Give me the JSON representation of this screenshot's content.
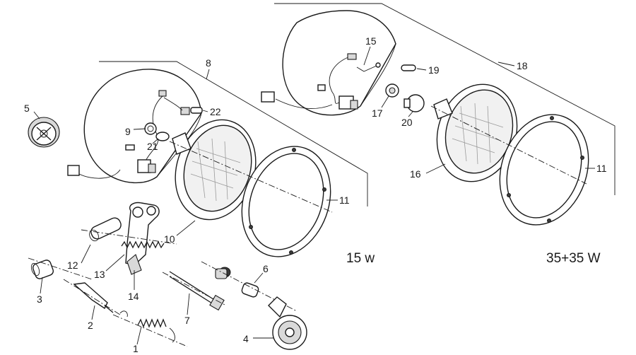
{
  "parts": [
    {
      "id": "p1",
      "label": "1"
    },
    {
      "id": "p2",
      "label": "2"
    },
    {
      "id": "p3",
      "label": "3"
    },
    {
      "id": "p4",
      "label": "4"
    },
    {
      "id": "p5",
      "label": "5"
    },
    {
      "id": "p6",
      "label": "6"
    },
    {
      "id": "p7",
      "label": "7"
    },
    {
      "id": "p8",
      "label": "8"
    },
    {
      "id": "p9",
      "label": "9"
    },
    {
      "id": "p10",
      "label": "10"
    },
    {
      "id": "p11a",
      "label": "11"
    },
    {
      "id": "p11b",
      "label": "11"
    },
    {
      "id": "p12",
      "label": "12"
    },
    {
      "id": "p13",
      "label": "13"
    },
    {
      "id": "p14",
      "label": "14"
    },
    {
      "id": "p15",
      "label": "15"
    },
    {
      "id": "p16",
      "label": "16"
    },
    {
      "id": "p17",
      "label": "17"
    },
    {
      "id": "p18",
      "label": "18"
    },
    {
      "id": "p19",
      "label": "19"
    },
    {
      "id": "p20",
      "label": "20"
    },
    {
      "id": "p21",
      "label": "21"
    },
    {
      "id": "p22",
      "label": "22"
    }
  ],
  "variants": {
    "left": "15 w",
    "right": "35+35 W"
  }
}
